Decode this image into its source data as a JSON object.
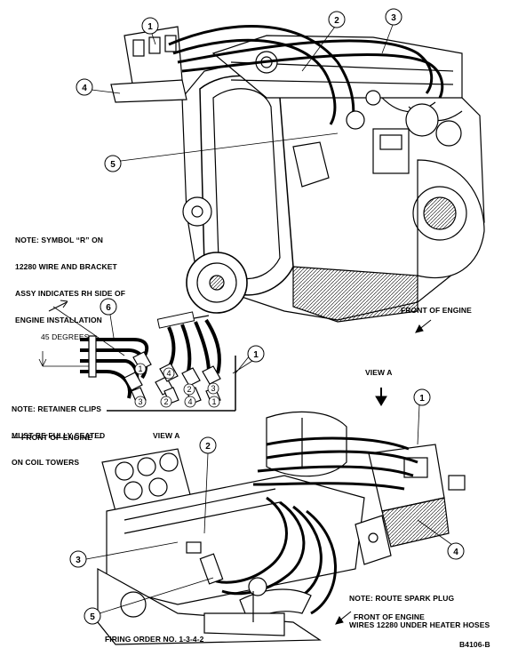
{
  "notes": {
    "symbol_note": [
      "NOTE: SYMBOL “R” ON",
      "12280 WIRE AND BRACKET",
      "ASSY INDICATES RH SIDE OF",
      "ENGINE INSTALLATION"
    ],
    "retainer_note": [
      "NOTE: RETAINER CLIPS",
      "MUST BE FULLY SEATED",
      "ON COIL TOWERS"
    ],
    "route_note": [
      "NOTE: ROUTE SPARK PLUG",
      "WIRES 12280 UNDER HEATER HOSES"
    ]
  },
  "labels": {
    "front_engine_top": "FRONT OF ENGINE",
    "front_engine_left": "— FRONT OF ENGINE —",
    "front_engine_bottom": "FRONT OF ENGINE",
    "degrees": "45 DEGREES",
    "view_a_top": "VIEW A",
    "view_a_left": "VIEW A",
    "firing_order": "FIRING ORDER NO. 1-3-4-2",
    "figure_id": "B4106-B"
  },
  "callouts": [
    "1",
    "2",
    "3",
    "4",
    "5",
    "6",
    "1",
    "1",
    "2",
    "3",
    "4",
    "5"
  ],
  "coil_left_numbers": [
    "1",
    "3",
    "2"
  ],
  "coil_right_numbers": [
    "4",
    "2",
    "4",
    "3",
    "1"
  ]
}
